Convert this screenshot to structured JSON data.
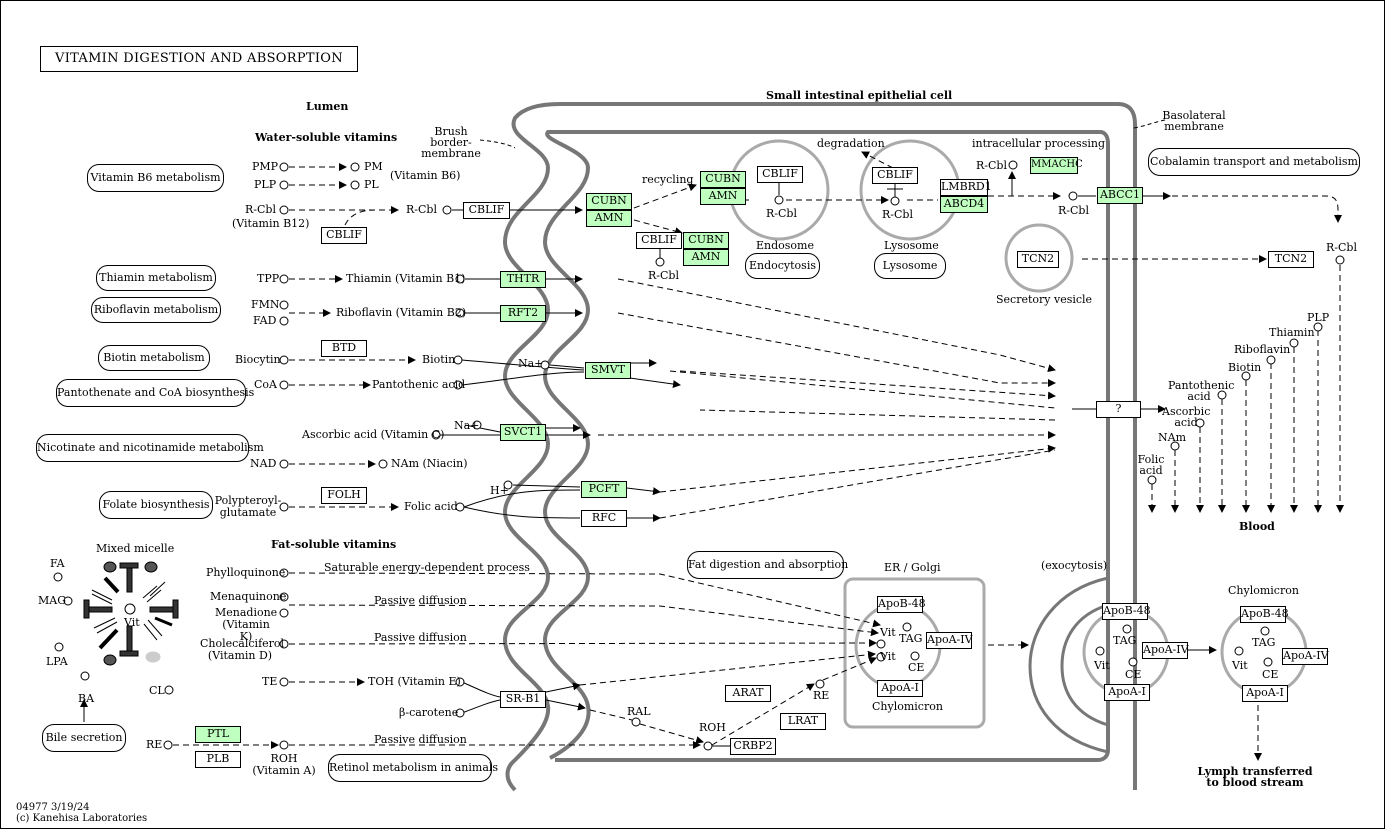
{
  "title": "VITAMIN DIGESTION AND ABSORPTION",
  "footer": {
    "code": "04977 3/19/24",
    "copyright": "(c) Kanehisa Laboratories"
  },
  "regions": {
    "lumen": "Lumen",
    "cell": "Small intestinal epithelial cell",
    "blood": "Blood",
    "water": "Water-soluble vitamins",
    "fat": "Fat-soluble vitamins",
    "micelle": "Mixed micelle",
    "brush": "Brush border-\nmembrane",
    "basolateral": "Basolateral\nmembrane",
    "lymph": "Lymph transferred\nto blood stream"
  },
  "maps": {
    "b6": "Vitamin B6 metabolism",
    "thiamin": "Thiamin metabolism",
    "riboflavin": "Riboflavin metabolism",
    "biotin": "Biotin metabolism",
    "pantothenate": "Pantothenate and CoA biosynthesis",
    "nicotinate": "Nicotinate and nicotinamide metabolism",
    "folate": "Folate biosynthesis",
    "bile": "Bile secretion",
    "retinol": "Retinol metabolism in animals",
    "fat": "Fat digestion and absorption",
    "cobalamin": "Cobalamin transport and metabolism",
    "endocytosis": "Endocytosis",
    "lysosome": "Lysosome"
  },
  "genes": {
    "cubn1": "CUBN",
    "amn1": "AMN",
    "cublif1": "CBLIF",
    "cublif2": "CBLIF",
    "cubn2": "CUBN",
    "amn2": "AMN",
    "cublif3": "CBLIF",
    "cubn3": "CUBN",
    "amn3": "AMN",
    "cublif4": "CBLIF",
    "cublif5": "CBLIF",
    "lmbrd1": "LMBRD1",
    "abcd4": "ABCD4",
    "mmachc": "MMACHC",
    "abcc1": "ABCC1",
    "tcn2a": "TCN2",
    "tcn2b": "TCN2",
    "thtr": "THTR",
    "rft2": "RFT2",
    "btd": "BTD",
    "smvt": "SMVT",
    "svct1": "SVCT1",
    "folh": "FOLH",
    "pcft": "PCFT",
    "rfc": "RFC",
    "q": "?",
    "srb1": "SR-B1",
    "ptl": "PTL",
    "plb": "PLB",
    "arat": "ARAT",
    "lrat": "LRAT",
    "crbp2": "CRBP2",
    "apob48a": "ApoB-48",
    "apoaiva": "ApoA-IV",
    "apoaia": "ApoA-I",
    "apob48b": "ApoB-48",
    "apoaivb": "ApoA-IV",
    "apoaib": "ApoA-I",
    "apob48c": "ApoB-48",
    "apoaivc": "ApoA-IV",
    "apoaic": "ApoA-I"
  },
  "labels": {
    "pmp": "PMP",
    "pm": "PM",
    "plp": "PLP",
    "pl": "PL",
    "b6": "(Vitamin B6)",
    "rcbl1": "R-Cbl",
    "b12": "(Vitamin B12)",
    "rcbl2": "R-Cbl",
    "tpp": "TPP",
    "thiamin": "Thiamin (Vitamin B1)",
    "fmn": "FMN",
    "fad": "FAD",
    "riboflavin": "Riboflavin (Vitamin B2)",
    "biocytin": "Biocytin",
    "biotin": "Biotin",
    "coa": "CoA",
    "pantothenic": "Pantothenic acid",
    "ascorbic": "Ascorbic acid (Vitamin C)",
    "nad": "NAD",
    "nam": "NAm (Niacin)",
    "polypteroyl": "Polypteroyl-\nglutamate",
    "folic": "Folic acid",
    "na1": "Na+",
    "na2": "Na+",
    "h": "H+",
    "recycling": "recycling",
    "degradation": "degradation",
    "intracellular": "intracellular processing",
    "rcbl3": "R-Cbl",
    "rcbl4": "R-Cbl",
    "rcbl5": "R-Cbl",
    "rcbl6": "R-Cbl",
    "rcbl7": "R-Cbl",
    "rcbl8": "R-Cbl",
    "endosome": "Endosome",
    "lysosomeLbl": "Lysosome",
    "secretory": "Secretory vesicle",
    "phylloquinone": "Phylloquinone",
    "saturable": "Saturable energy-dependent process",
    "menaquinone": "Menaquinone",
    "menadione": "Menadione\n(Vitamin K)",
    "passive1": "Passive diffusion",
    "cholecalciferol": "Cholecalciferol\n(Vitamin D)",
    "passive2": "Passive diffusion",
    "te": "TE",
    "toh": "TOH (Vitamin E)",
    "betacarotene": "β-carotene",
    "ral": "RAL",
    "roh1": "ROH",
    "re1": "RE",
    "re2": "RE",
    "roh2": "ROH\n(Vitamin A)",
    "passive3": "Passive diffusion",
    "er": "ER / Golgi",
    "tag1": "TAG",
    "ce1": "CE",
    "vit1": "Vit",
    "vit2": "Vit",
    "chylo1": "Chylomicron",
    "exocytosis": "(exocytosis)",
    "tag2": "TAG",
    "ce2": "CE",
    "vit3": "Vit",
    "tag3": "TAG",
    "ce3": "CE",
    "vit4": "Vit",
    "chylo2": "Chylomicron",
    "fa": "FA",
    "mag": "MAG",
    "lpa": "LPA",
    "ba": "BA",
    "cl": "CL",
    "vitm": "Vit",
    "folicB": "Folic\nacid",
    "namB": "NAm",
    "ascorbicB": "Ascorbic\nacid",
    "pantothenicB": "Pantothenic\nacid",
    "biotinB": "Biotin",
    "riboflavinB": "Riboflavin",
    "thiaminB": "Thiamin",
    "plpB": "PLP"
  }
}
